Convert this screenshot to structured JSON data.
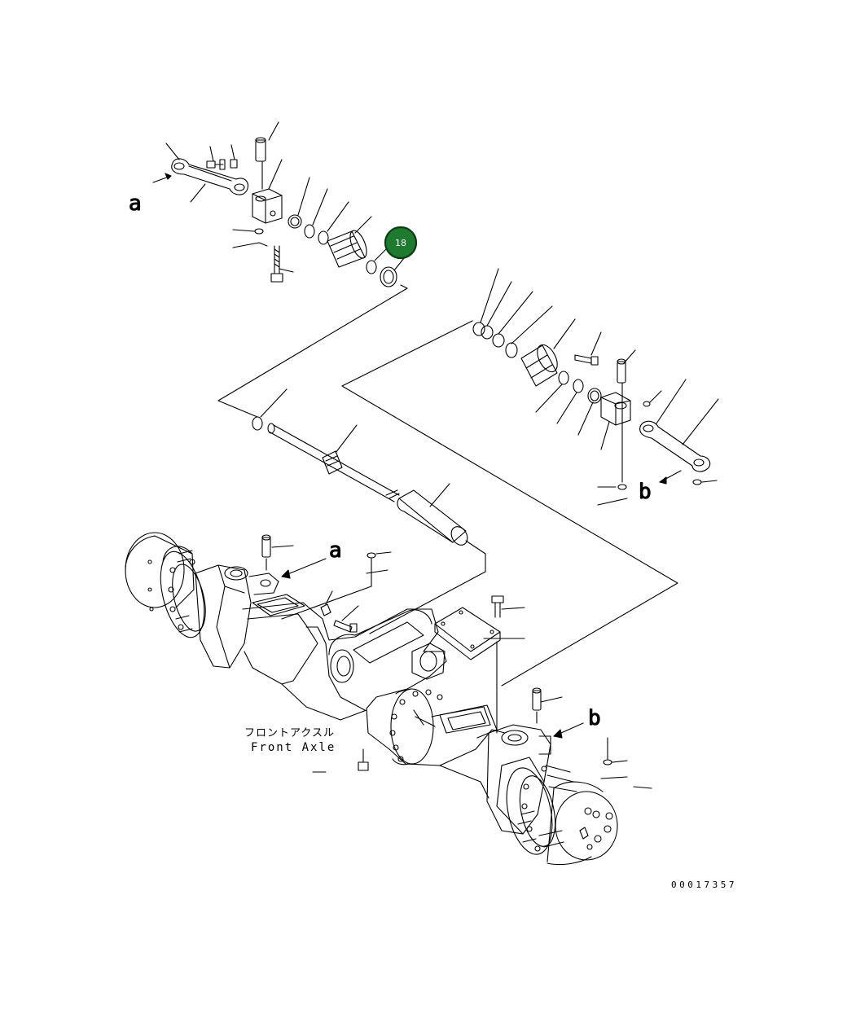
{
  "labels": {
    "ref_a_top": "a",
    "ref_a_mid": "a",
    "ref_b_right": "b",
    "ref_b_lower": "b",
    "axle_jp": "フロントアクスル",
    "axle_en": "Front Axle",
    "drawing_number": "00017357"
  },
  "callout": {
    "number": "18",
    "fill": "#1e7a2e",
    "ring": "#0b3d14"
  }
}
